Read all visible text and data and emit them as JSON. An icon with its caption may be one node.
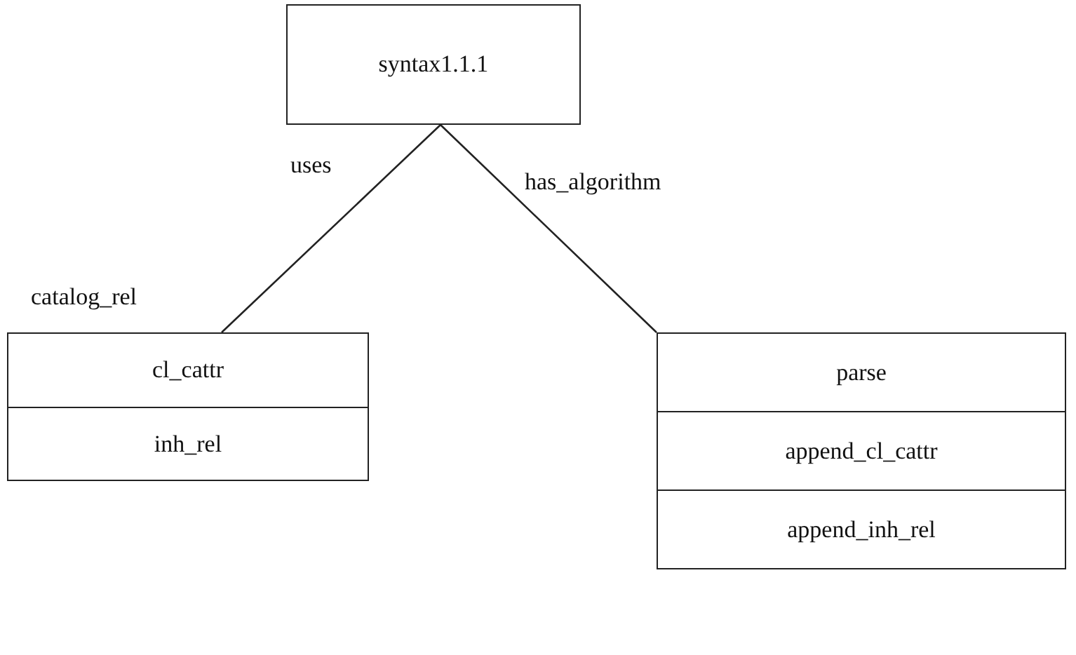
{
  "diagram": {
    "nodes": [
      {
        "text": [
          "syntax1.1.1"
        ]
      },
      {
        "text": [
          "cl_cattr"
        ]
      },
      {
        "text": [
          "inh_rel"
        ]
      },
      {
        "text": [
          "parse"
        ]
      },
      {
        "text": [
          "append_cl_cattr"
        ]
      },
      {
        "text": [
          "append_inh_rel"
        ]
      }
    ],
    "edges": [
      {
        "from": 0,
        "to": 1,
        "arrow": "none",
        "label": "uses"
      },
      {
        "from": 0,
        "to": 3,
        "arrow": "none",
        "label": "has_algorithm"
      }
    ],
    "labels": [
      "catalog_rel"
    ]
  }
}
